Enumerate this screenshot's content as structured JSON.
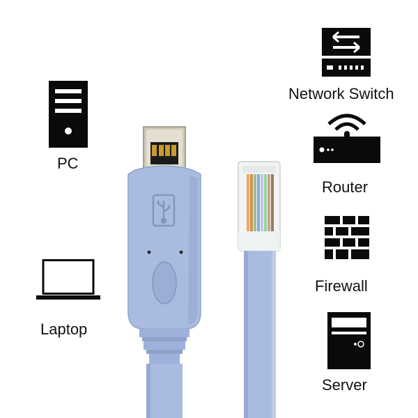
{
  "labels": {
    "pc": "PC",
    "laptop": "Laptop",
    "network_switch": "Network Switch",
    "router": "Router",
    "firewall": "Firewall",
    "server": "Server"
  },
  "icons": {
    "pc": "desktop-tower-icon",
    "laptop": "laptop-icon",
    "network_switch": "network-switch-icon",
    "router": "wifi-router-icon",
    "firewall": "firewall-brick-icon",
    "server": "server-icon",
    "usb_plug": "usb-a-connector",
    "usb_logo": "usb-trident-icon",
    "rj45_plug": "rj45-connector"
  },
  "colors": {
    "icon": "#0a0a0a",
    "cable": "#a9bce0",
    "cable_shadow": "#8fa3cb",
    "usb_metal": "#cfc9b8",
    "usb_contacts": "#c99a2e"
  }
}
